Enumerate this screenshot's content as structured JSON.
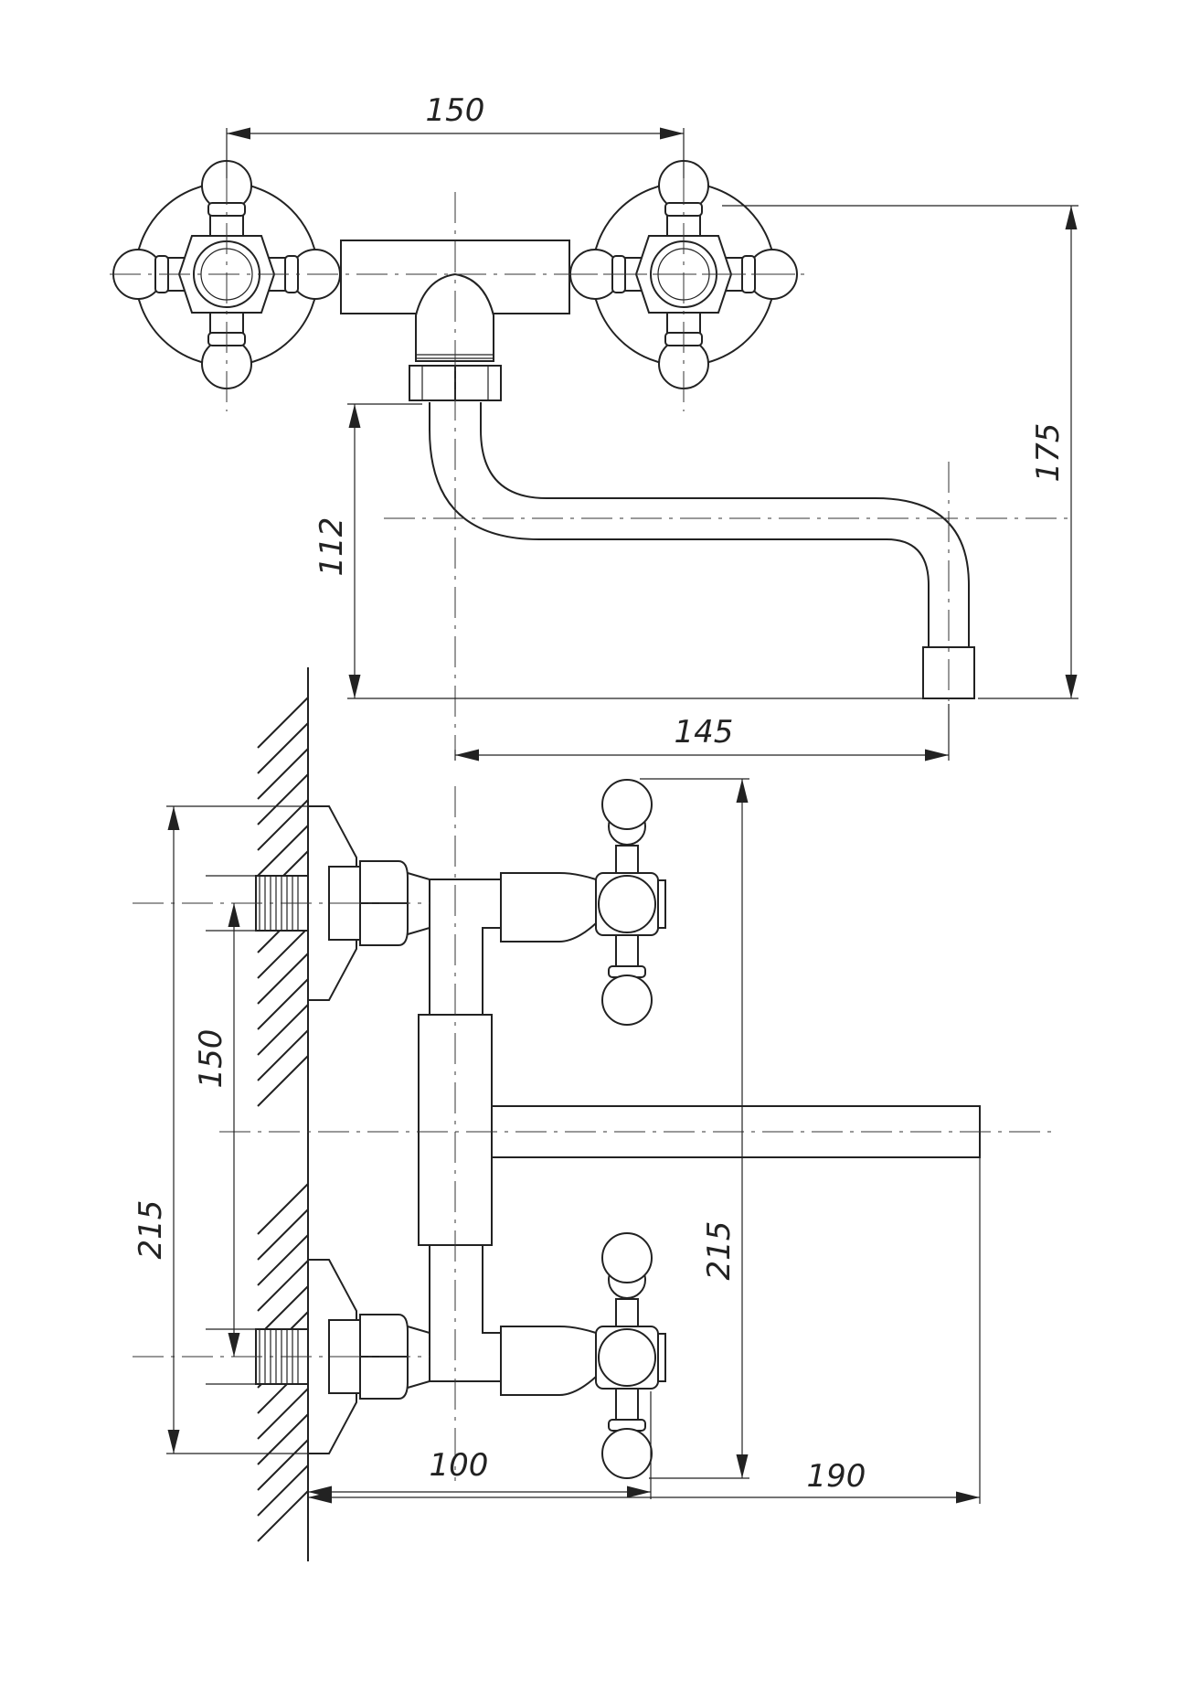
{
  "dimensions": {
    "top_handle_spacing": "150",
    "top_total_height": "175",
    "top_spout_height": "112",
    "top_spout_reach": "145",
    "side_outer_height_left": "215",
    "side_inlet_spacing": "150",
    "side_outer_height_right": "215",
    "side_handle_depth": "100",
    "side_spout_depth": "190"
  }
}
